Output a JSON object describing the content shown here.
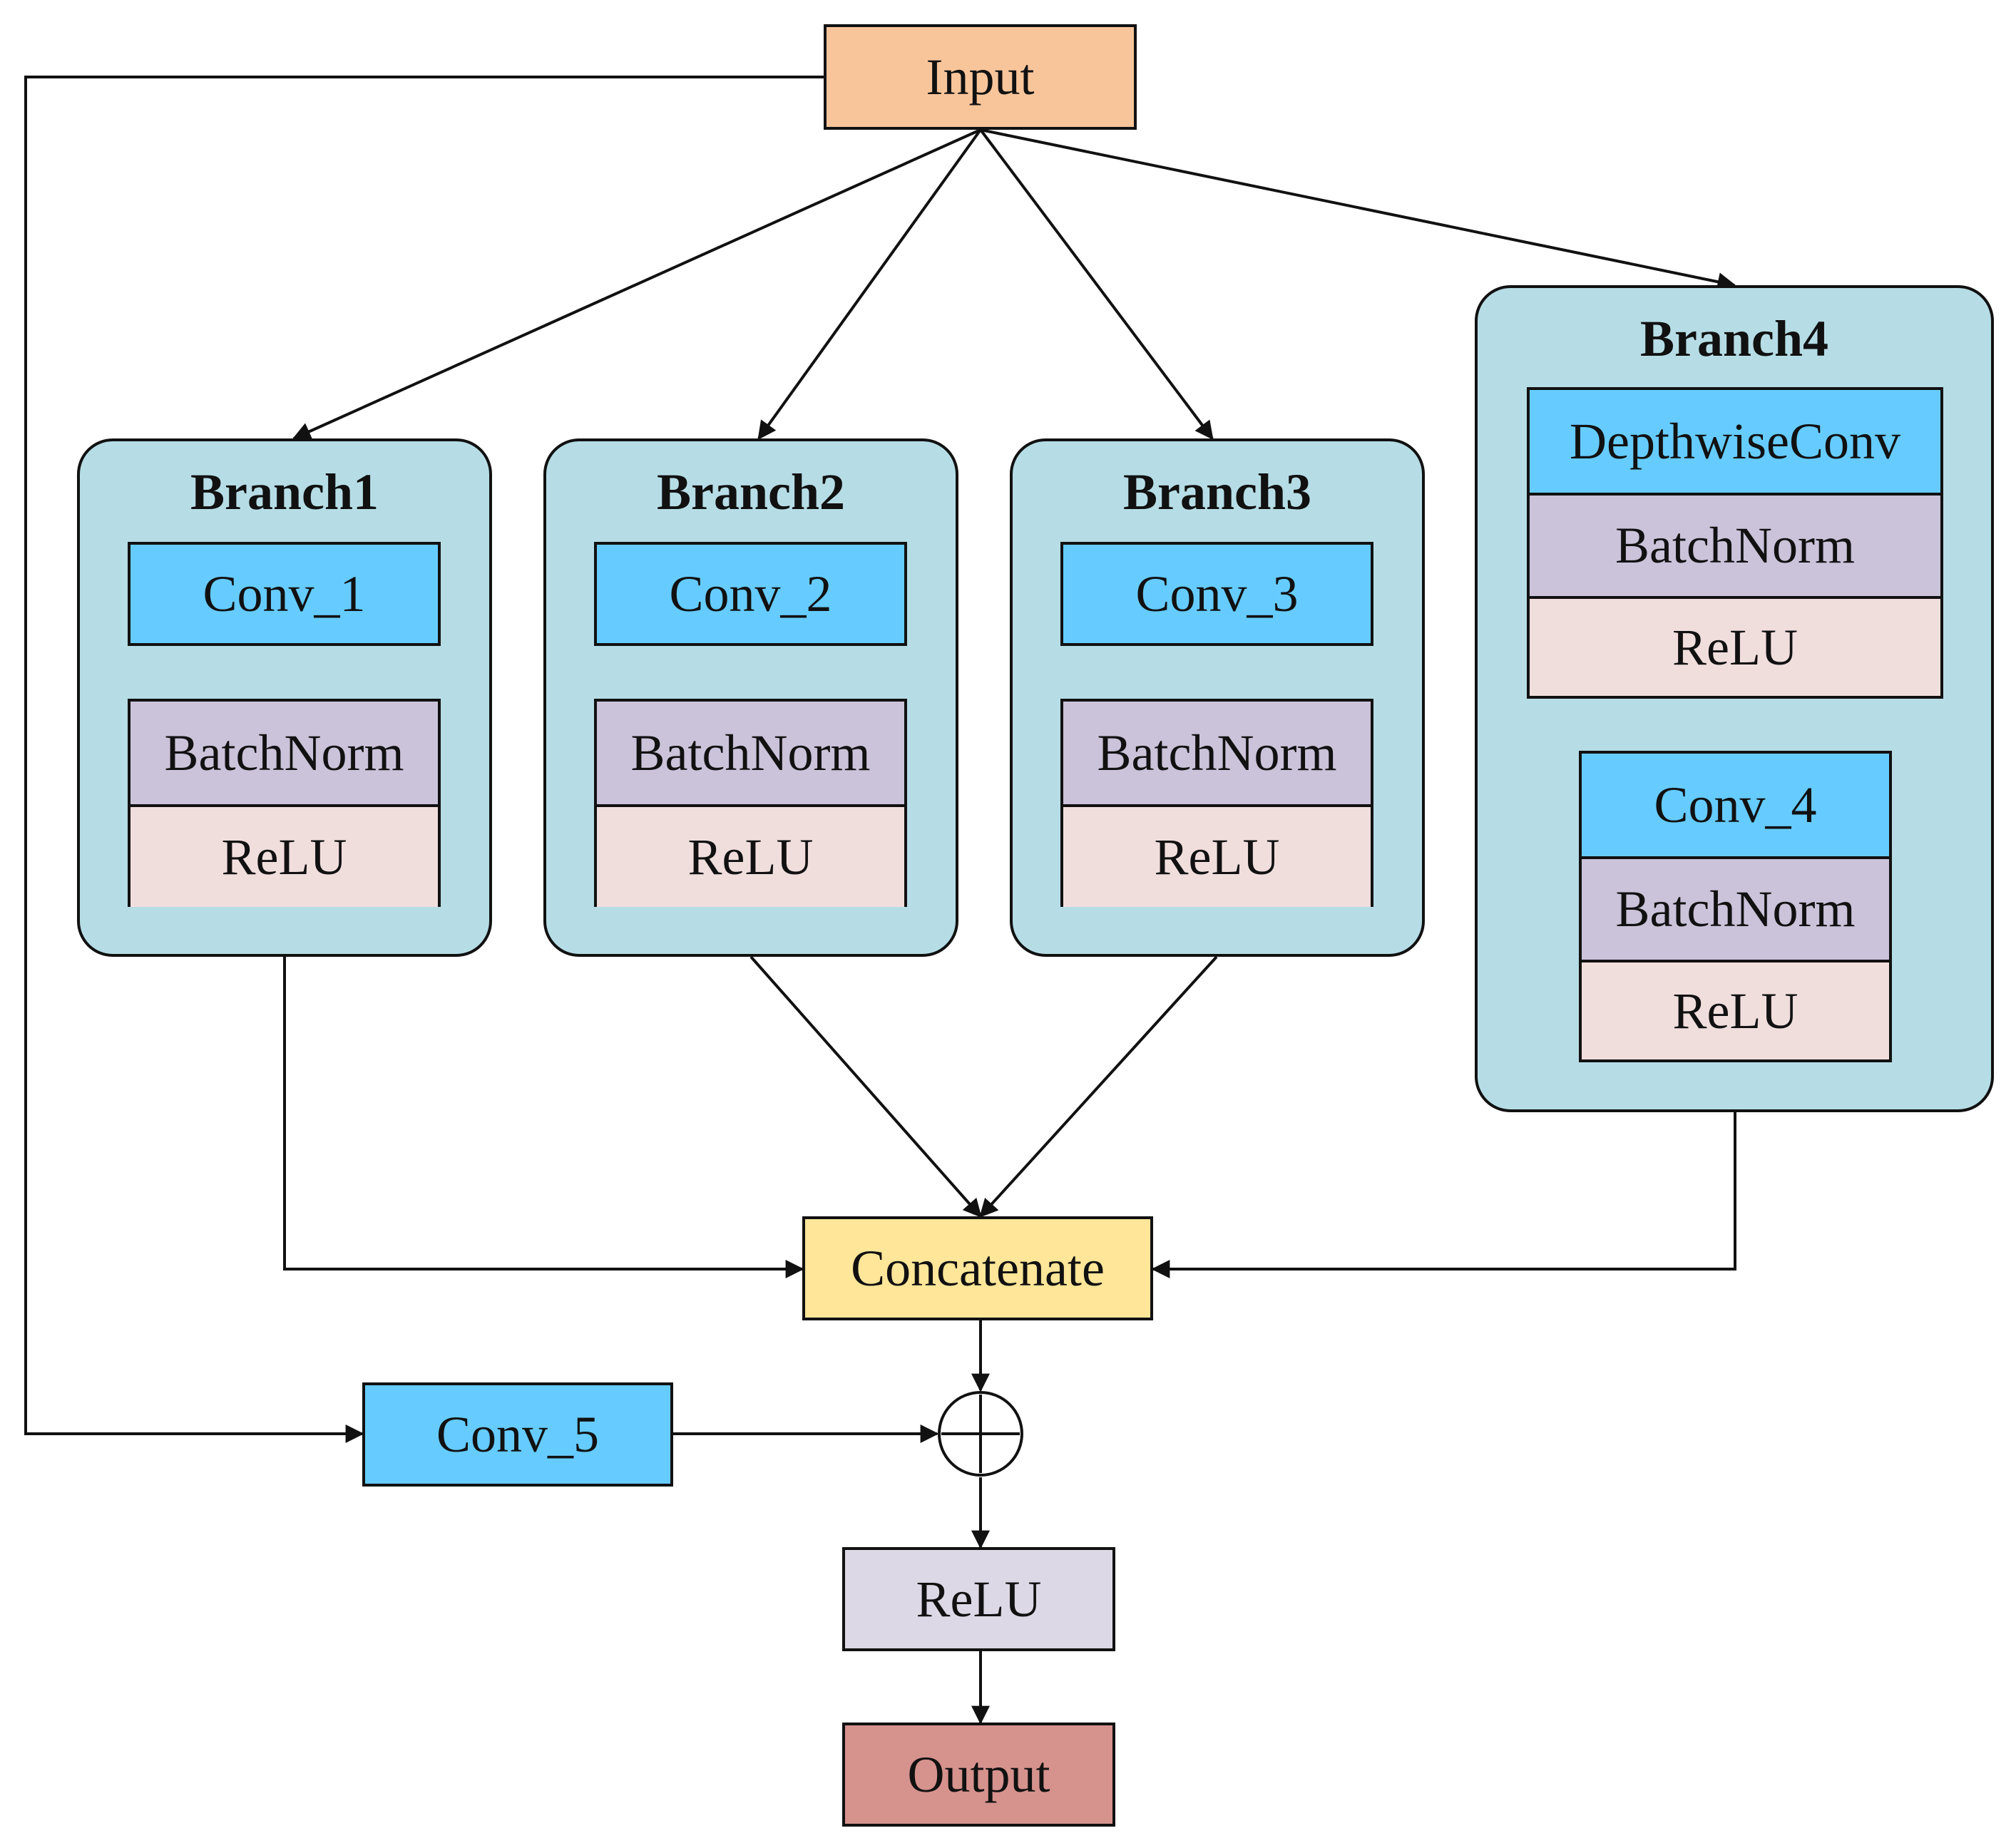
{
  "colors": {
    "input": "#F8C59B",
    "branch_bg": "#B6DDE6",
    "conv": "#66CCFF",
    "batchnorm": "#CBC3DA",
    "relu": "#F0DEDD",
    "concatenate": "#FFE699",
    "relu_final": "#DDD8E6",
    "output": "#D6928D",
    "stroke": "#111111"
  },
  "nodes": {
    "input": "Input",
    "concatenate": "Concatenate",
    "conv5": "Conv_5",
    "relu_final": "ReLU",
    "output": "Output",
    "add_symbol": "element-wise addition"
  },
  "branches": [
    {
      "title": "Branch1",
      "conv": "Conv_1",
      "bn": "BatchNorm",
      "relu": "ReLU"
    },
    {
      "title": "Branch2",
      "conv": "Conv_2",
      "bn": "BatchNorm",
      "relu": "ReLU"
    },
    {
      "title": "Branch3",
      "conv": "Conv_3",
      "bn": "BatchNorm",
      "relu": "ReLU"
    }
  ],
  "branch4": {
    "title": "Branch4",
    "dwconv": "DepthwiseConv",
    "bn1": "BatchNorm",
    "relu1": "ReLU",
    "conv": "Conv_4",
    "bn2": "BatchNorm",
    "relu2": "ReLU"
  }
}
